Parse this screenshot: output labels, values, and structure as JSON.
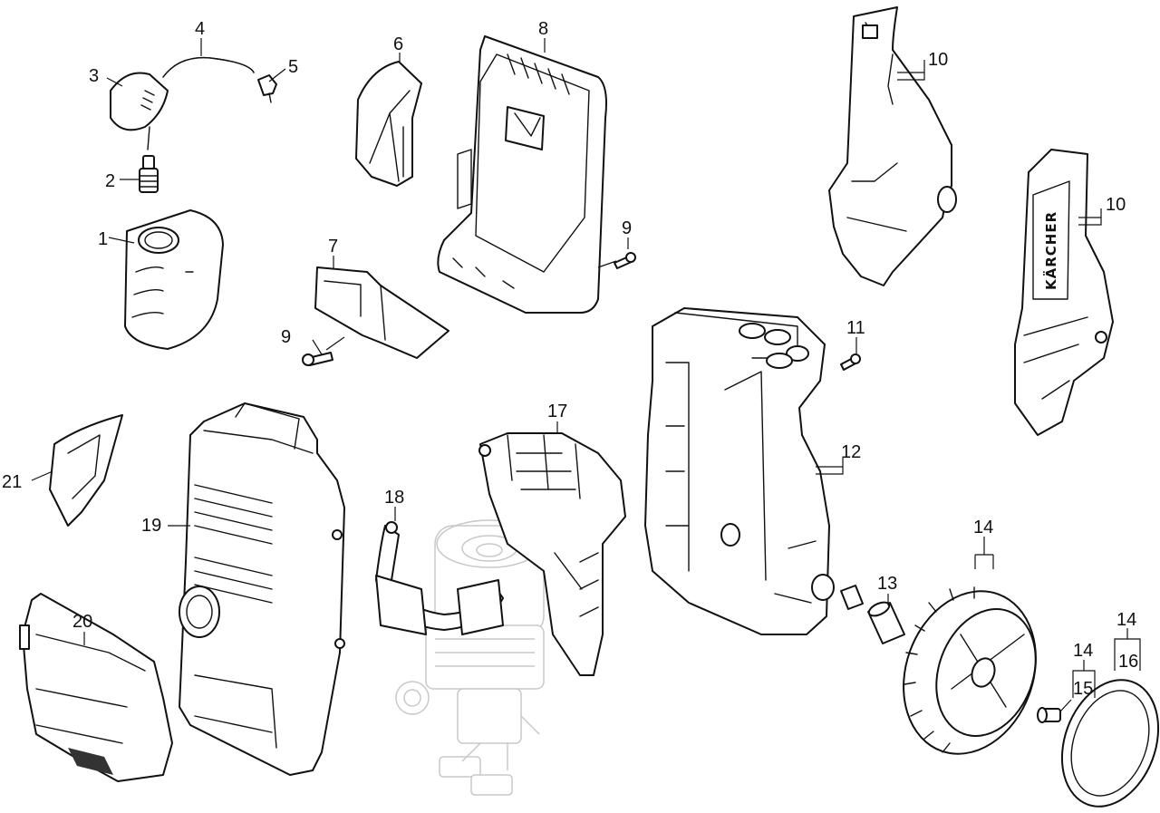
{
  "diagram": {
    "brand_text": "KÄRCHER",
    "callouts": [
      {
        "id": "c1",
        "text": "1"
      },
      {
        "id": "c2",
        "text": "2"
      },
      {
        "id": "c3",
        "text": "3"
      },
      {
        "id": "c4",
        "text": "4"
      },
      {
        "id": "c5",
        "text": "5"
      },
      {
        "id": "c6",
        "text": "6"
      },
      {
        "id": "c7",
        "text": "7"
      },
      {
        "id": "c8",
        "text": "8"
      },
      {
        "id": "c9a",
        "text": "9"
      },
      {
        "id": "c9b",
        "text": "9"
      },
      {
        "id": "c10a",
        "text": "10"
      },
      {
        "id": "c10b",
        "text": "10"
      },
      {
        "id": "c11",
        "text": "11"
      },
      {
        "id": "c12",
        "text": "12"
      },
      {
        "id": "c13",
        "text": "13"
      },
      {
        "id": "c14a",
        "text": "14"
      },
      {
        "id": "c14b",
        "text": "14"
      },
      {
        "id": "c14c",
        "text": "14"
      },
      {
        "id": "c15",
        "text": "15"
      },
      {
        "id": "c16",
        "text": "16"
      },
      {
        "id": "c17",
        "text": "17"
      },
      {
        "id": "c18",
        "text": "18"
      },
      {
        "id": "c19",
        "text": "19"
      },
      {
        "id": "c20",
        "text": "20"
      },
      {
        "id": "c21",
        "text": "21"
      }
    ],
    "colors": {
      "line": "#111111",
      "ghost": "#c8c8c8",
      "background": "#ffffff"
    }
  }
}
